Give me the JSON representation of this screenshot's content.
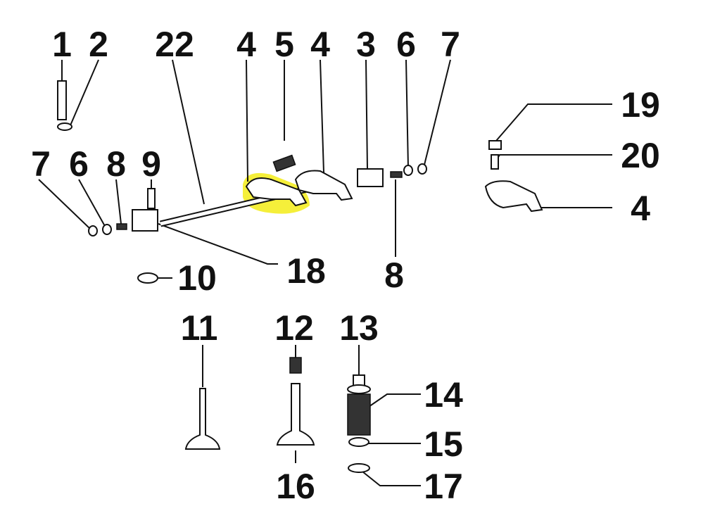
{
  "diagram": {
    "title": "Rocker arm and valve assembly exploded view",
    "highlight_color": "#f5ef3a",
    "highlighted_part": "4",
    "labels": {
      "l1": "1",
      "l2": "2",
      "l22": "22",
      "l4a": "4",
      "l5": "5",
      "l4b": "4",
      "l3": "3",
      "l6a": "6",
      "l7a": "7",
      "l19": "19",
      "l20": "20",
      "l4c": "4",
      "l7b": "7",
      "l6b": "6",
      "l8a": "8",
      "l9": "9",
      "l10": "10",
      "l18": "18",
      "l8b": "8",
      "l11": "11",
      "l12": "12",
      "l13": "13",
      "l14": "14",
      "l15": "15",
      "l16": "16",
      "l17": "17"
    }
  }
}
